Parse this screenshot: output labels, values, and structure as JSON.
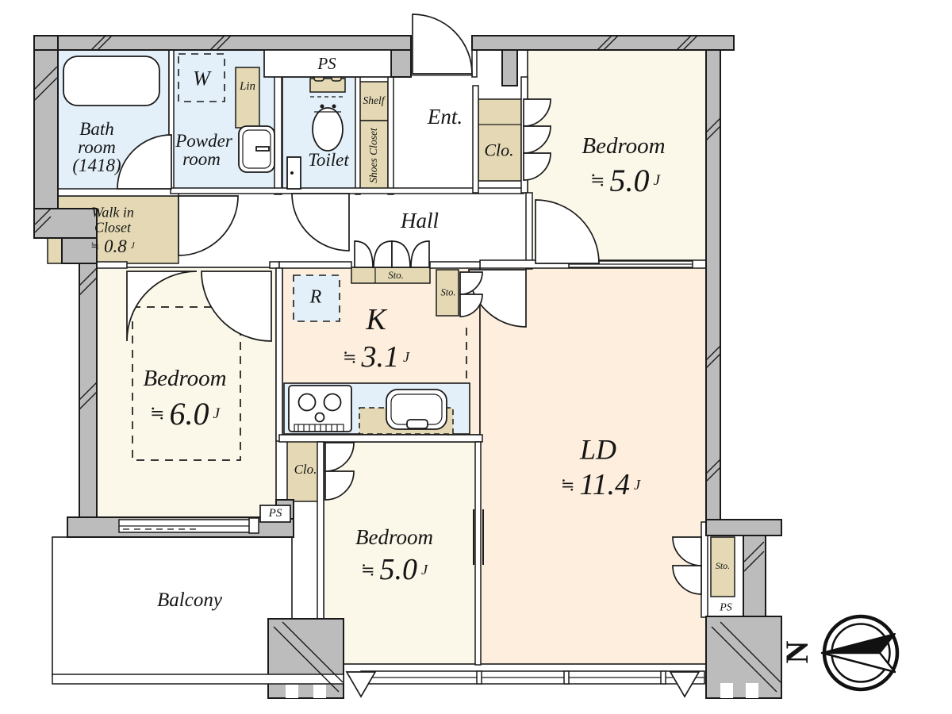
{
  "colors": {
    "wall": "#bcbcbc",
    "line": "#1a1a1a",
    "cream": "#fbf8e9",
    "peach": "#fdeedd",
    "blue": "#e3f0f9",
    "tan": "#e4d9b4"
  },
  "rooms": {
    "bath": {
      "name_lines": [
        "Bath",
        "room",
        "(1418)"
      ]
    },
    "powder": {
      "name_lines": [
        "Powder",
        "room"
      ]
    },
    "toilet": {
      "name": "Toilet"
    },
    "entrance": {
      "name": "Ent."
    },
    "hall": {
      "name": "Hall"
    },
    "walk_in_closet": {
      "name_lines": [
        "Walk in",
        "Closet"
      ],
      "approx": "≒",
      "area": "0.8",
      "unit": "J"
    },
    "bedroom_ne": {
      "name": "Bedroom",
      "approx": "≒",
      "area": "5.0",
      "unit": "J"
    },
    "bedroom_w": {
      "name": "Bedroom",
      "approx": "≒",
      "area": "6.0",
      "unit": "J"
    },
    "bedroom_s": {
      "name": "Bedroom",
      "approx": "≒",
      "area": "5.0",
      "unit": "J"
    },
    "kitchen": {
      "name": "K",
      "approx": "≒",
      "area": "3.1",
      "unit": "J"
    },
    "living_dining": {
      "name": "LD",
      "approx": "≒",
      "area": "11.4",
      "unit": "J"
    },
    "balcony": {
      "name": "Balcony"
    }
  },
  "fixtures": {
    "washer": "W",
    "fridge": "R",
    "linen": "Lin",
    "shelf": "Shelf",
    "shoes_closet": "Shoes Closet",
    "closet_abbr": "Clo.",
    "storage_abbr": "Sto.",
    "pipe_space": "PS"
  },
  "compass": {
    "north": "N"
  }
}
